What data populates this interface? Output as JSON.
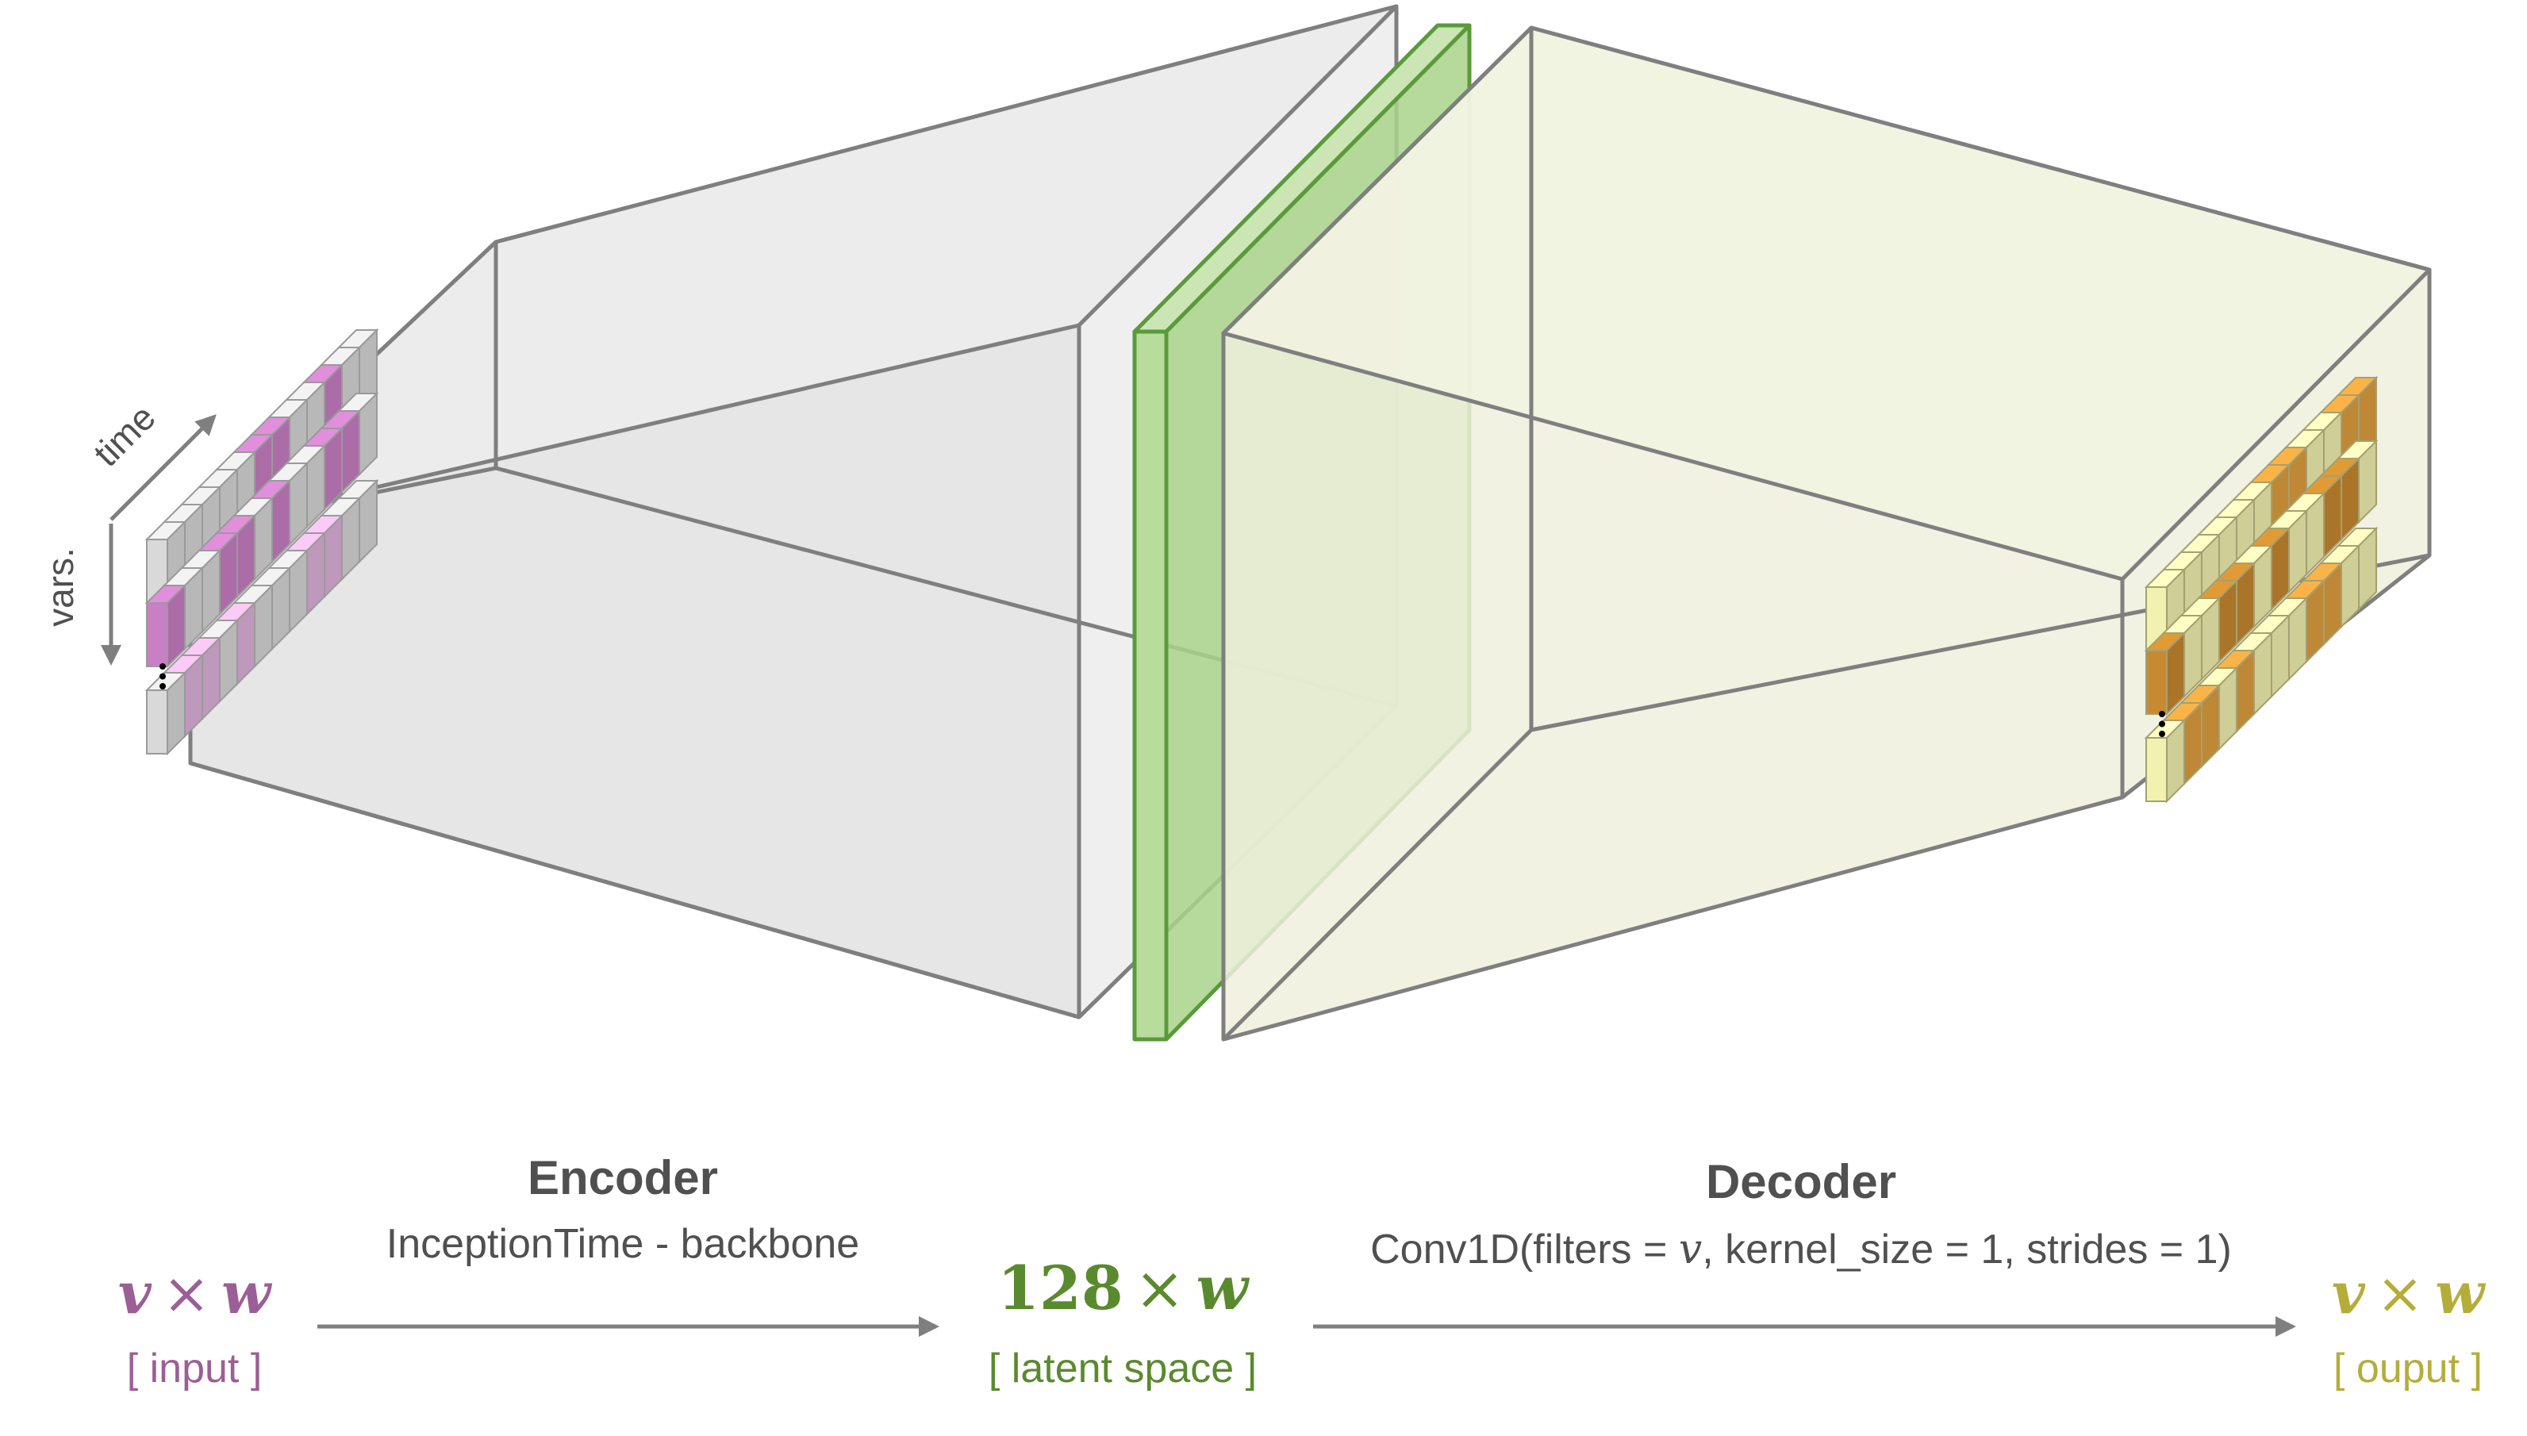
{
  "diagram": {
    "axis_labels": {
      "time": "time",
      "vars": "vars."
    },
    "encoder": {
      "title": "Encoder",
      "subtitle": "InceptionTime - backbone"
    },
    "decoder": {
      "title": "Decoder",
      "subtitle_prefix": "Conv1D(filters = ",
      "subtitle_var": "v",
      "subtitle_suffix": ", kernel_size = 1, strides = 1)"
    },
    "input": {
      "var": "v",
      "times": "×",
      "w": "w",
      "label": "[ input ]",
      "color": "#9c5e96"
    },
    "latent": {
      "num": "128",
      "times": "×",
      "w": "w",
      "label": "[ latent space ]",
      "color": "#5a8a2e"
    },
    "output": {
      "var": "v",
      "times": "×",
      "w": "w",
      "label": "[ ouput ]",
      "color": "#b5ad3a"
    }
  },
  "colors": {
    "encoder_fill": "#e6e6e6",
    "latent_fill": "#a9d38a",
    "latent_edge": "#5a9a3a",
    "decoder_fill": "#eef0dc",
    "input_cell": "#d9d9d9",
    "input_highlight": "#c97fc4",
    "output_cell": "#f2f2b0",
    "output_highlight": "#e0a040",
    "edge": "#7f7f7f"
  }
}
